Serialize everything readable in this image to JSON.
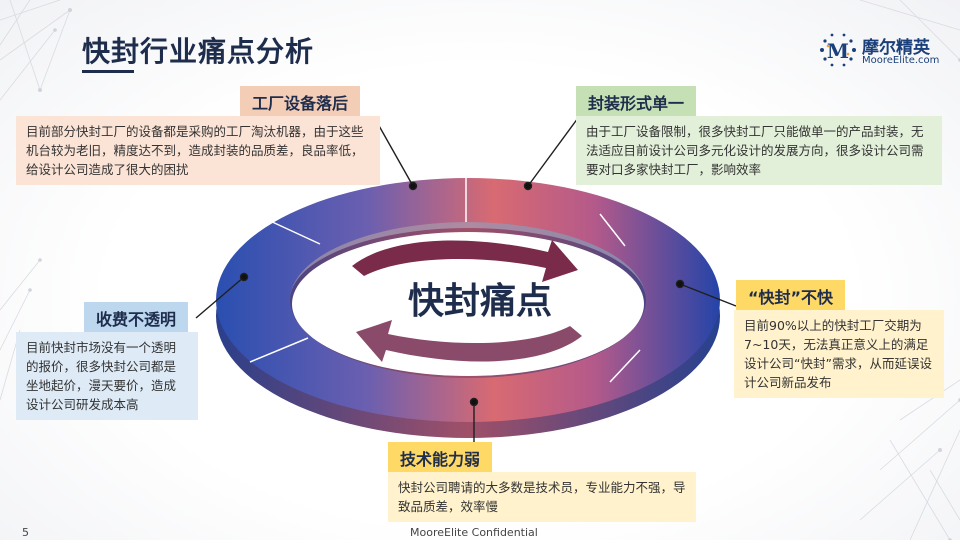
{
  "title": "快封行业痛点分析",
  "logo": {
    "mark": "M",
    "name_cn": "摩尔精英",
    "name_en": "MooreElite.com"
  },
  "center": "快封痛点",
  "sections": [
    {
      "id": "equipment",
      "label": "工厂设备落后",
      "text": "目前部分快封工厂的设备都是采购的工厂淘汰机器，由于这些机台较为老旧，精度达不到，造成封装的品质差，良品率低，给设计公司造成了很大的困扰",
      "label_color": "#f4cdb7",
      "box_color": "#fbe3d6"
    },
    {
      "id": "package",
      "label": "封装形式单一",
      "text": "由于工厂设备限制，很多快封工厂只能做单一的产品封装，无法适应目前设计公司多元化设计的发展方向，很多设计公司需要对口多家快封工厂，影响效率",
      "label_color": "#c5e0b4",
      "box_color": "#e2efd9"
    },
    {
      "id": "speed",
      "label": "“快封”不快",
      "text": "目前90%以上的快封工厂交期为7~10天，无法真正意义上的满足设计公司“快封”需求，从而延误设计公司新品发布",
      "label_color": "#ffd966",
      "box_color": "#fff2cc"
    },
    {
      "id": "tech",
      "label": "技术能力弱",
      "text": "快封公司聘请的大多数是技术员，专业能力不强，导致品质差，效率慢",
      "label_color": "#ffd966",
      "box_color": "#fff2cc"
    },
    {
      "id": "fee",
      "label": "收费不透明",
      "text": "目前快封市场没有一个透明的报价，很多快封公司都是坐地起价，漫天要价，造成设计公司研发成本高",
      "label_color": "#bdd7ee",
      "box_color": "#deebf7"
    }
  ],
  "footer": {
    "page": "5",
    "text": "MooreElite Confidential"
  },
  "colors": {
    "title": "#1f2d4d",
    "ring_blue": "#2a50b8",
    "ring_pink": "#e06a6a",
    "arrow": "#7a2b4a"
  }
}
